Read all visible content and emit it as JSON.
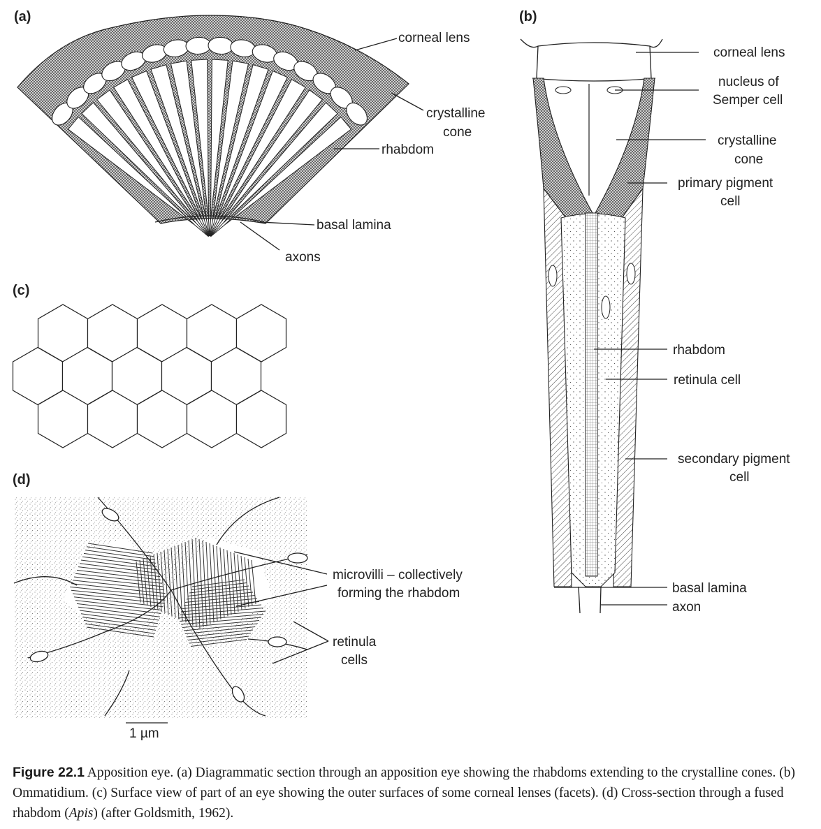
{
  "panels": {
    "a": {
      "tag": "(a)",
      "labels": [
        "corneal lens",
        "crystalline",
        "cone",
        "rhabdom",
        "basal lamina",
        "axons"
      ]
    },
    "b": {
      "tag": "(b)",
      "labels": [
        "corneal lens",
        "nucleus of",
        "Semper cell",
        "crystalline",
        "cone",
        "primary pigment",
        "cell",
        "rhabdom",
        "retinula cell",
        "secondary pigment",
        "cell",
        "basal lamina",
        "axon"
      ]
    },
    "c": {
      "tag": "(c)"
    },
    "d": {
      "tag": "(d)",
      "labels": [
        "microvilli – collectively",
        "forming the rhabdom",
        "retinula",
        "cells"
      ],
      "scale_bar": "1 µm"
    }
  },
  "caption": {
    "label": "Figure 22.1",
    "text_1": "Apposition eye. (a) Diagrammatic section through an apposition eye showing the rhabdoms extending to the crystalline cones. (b) Ommatidium. (c) Surface view of part of an eye showing the outer surfaces of some corneal lenses (facets). (d) Cross-section through a fused rhabdom (",
    "italic": "Apis",
    "text_2": ") (after Goldsmith, 1962)."
  }
}
